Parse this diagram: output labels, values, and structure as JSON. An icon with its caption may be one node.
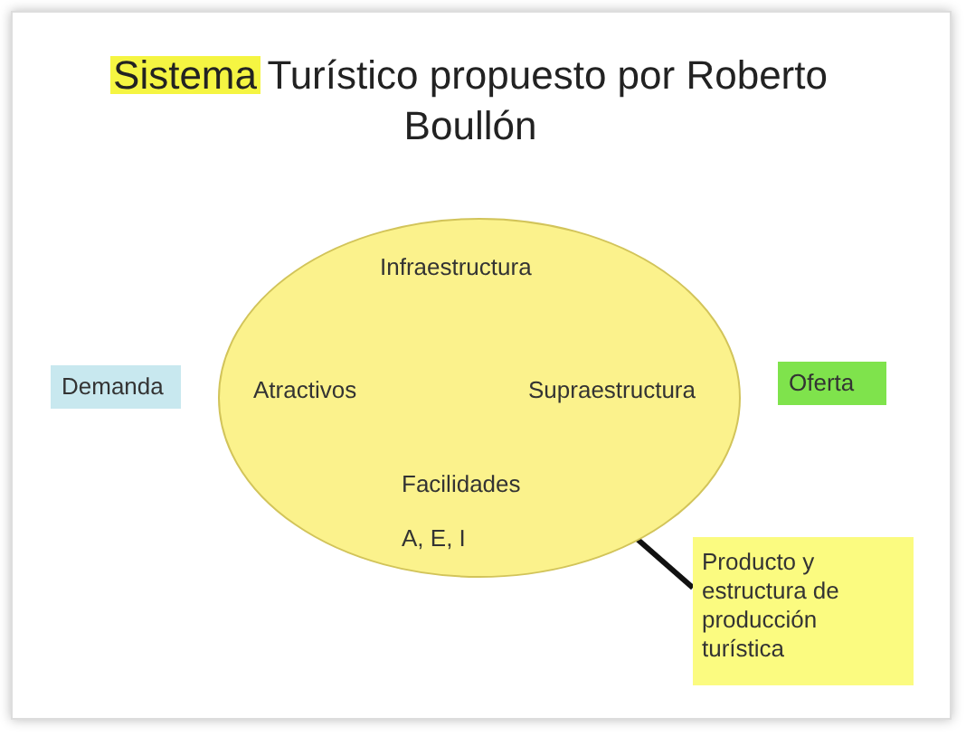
{
  "diagram": {
    "title": "Sistema Turístico propuesto por Roberto Boullón",
    "nodes": [
      {
        "text": [
          "Infraestructura",
          "Atractivos",
          "Supraestructura",
          "Facilidades",
          "A, E, I"
        ]
      },
      {
        "text": [
          "Demanda"
        ]
      },
      {
        "text": [
          "Oferta"
        ]
      },
      {
        "text": [
          "Producto y estructura de producción turística"
        ]
      }
    ],
    "edges": [
      {
        "from": 3,
        "to": 0,
        "arrow": "none"
      }
    ]
  }
}
